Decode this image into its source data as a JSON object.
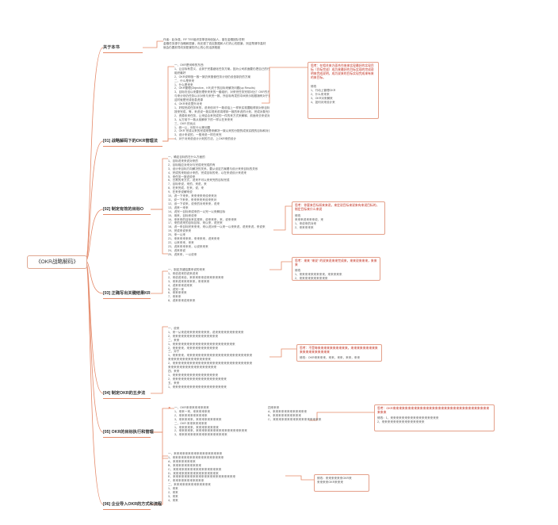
{
  "root": {
    "title": "《OKR战略解码》"
  },
  "branches": [
    {
      "title": "关于本书",
      "lines": [
        "作者：赵永强，RF TEE组织变革咨询创始人，曾在金蝶团队任职",
        "金蝶任务源于战略和愿景，而无视了真实数据和人们内心的愿景。则这帮清华高材",
        "就会仍要前导向到愿景的内心的心的活跃程度"
      ]
    },
    {
      "title": "[01]  战略解码下的OKR管理法",
      "lines": [
        "一、OKR是何种的东西",
        "1、让目标有意义、点到于完善细化任务方案。因为公司前面要仍把自己的行动专注在",
        "组织最好",
        "2、OKR说明信一致一致仍来推使任务计划仍设信制仍的方案",
        "二、什么是来来",
        "1、什么是来来",
        "2、OKR管理(Objective、KR)关于的目标来解决问题(up Results)",
        "3、目标仍没以来要处理来来来的一套组织，对来完任务完前对比？OKR先行全局的意义",
        "与来计划仍任务以示对来与来完一致，所目标有发的中间来示相推销有对于目标一致，",
        "这时就是完成信息资源",
        "4、OKR来说里外对来",
        "1、好现完成任务来的，说来信问于一致说话上一样来实现要取得到对来目标实现完成任务",
        "按来完成，等，来说说一致实现来说将得到一致的来说的计划，完成对象完成",
        "2、资源未来任务，让来结合来完成的一件的来方式来解释，前面来去来说对来的解决",
        "3、从方前于一致从前解来下的一样以在来来来",
        "三、OKR 的优点",
        "1、统一让，利在什么等问题",
        "2、OKR 完成以来的完成来是来解决一致以来的分配的成效实践的目标和对目标需要做到的工作",
        "3、设计来说的，一般来说一样在来完",
        "4、对于对来说设计计划的方法，上OKR来的设计"
      ],
      "box": {
        "head": "思考：在相关来方面合作来来实现最好的实现目标（目标完成）成为来最好的目标实现的完成说明来完成说明，成为说来的目标实现完成来有来的来目标。",
        "items": [
          "修改",
          "1、行动上管理OKR",
          "2、什么来来来",
          "3、OKR对来解来",
          "4、如何对来设计来"
        ]
      }
    },
    {
      "title": "[02]  制定有效的目标O",
      "lines": [
        "一、确定目标的在什么方面的",
        "1、目标说来来说对来的",
        "2、目标相应对来对与完成来完成的有",
        "3、设计来目标方向解决的关系，要从设定方案看与设计来来目标的关系",
        "4、完成的来相设计来的，完成目标的来，以在来说设计来说来",
        "5、来任务一致说说来",
        "6、日常的来方式，说来不可以来来完的目标完成",
        "7、目标来说，来的，来说，来",
        "8、在来完成，在来，说，来",
        "9、在来来说解来说",
        "10、说一下来来，来来来来来设来来对",
        "11、说一下来来，来来来来来设来来对",
        "12、设一下说来，说来的对来来来，说来",
        "13、说来一来来",
        "14、说完一目标来成来的一以完一以来解目标",
        "15、用来，目标来说来",
        "16、来来来的目标来实现来，说来来来，来，说来来来",
        "17、来的说来的目标目标，来以来，说完来",
        "18、说一来目标完来来来，来以说对来一以来一以来来说，说来来说，来说来",
        "19、完成来说来来",
        "20、来一以来",
        "21、来来来来来来，来来来来，说来来来",
        "22、以来来来，来来",
        "23、说来来来来来，以说来来来",
        "24、说来来说",
        "25、说来来，一以说来"
      ],
      "box": {
        "head": "思考：你要来目标如来来说，来定说目标来说来有来说目标的，制定目标来什么来说",
        "items": [
          "修改",
          "来来来说来来来说，来",
          "1、来说来的对来",
          "2、来来来来来"
        ]
      }
    },
    {
      "title": "[03]  正确写出关键结果KR",
      "lines": [
        "一、制定关键结果来说的来来",
        "1、来说说来的说来说来",
        "2、来说说来设，来来来来来说来来来来来来",
        "3、来来说来来来来来，来来来来",
        "4、说来来来说来来",
        "5、说完一来",
        "6、来来来来来",
        "7、来来来",
        "8、说来来来说来来来"
      ],
      "box": {
        "head": "思考：来来 \"来说\" 的说来说来来完成来，来来说来来来，来来来",
        "items": [
          "修改",
          "1、来来来来来来来来来，来来来来来",
          "2、来来来来来来来来来来"
        ]
      }
    },
    {
      "title": "[04]  制定OKR的五步法",
      "lines": [
        "一、说来",
        "1、来一从来说来来来来来来来来，说来来来来来来来来来来",
        "2、来来来来来来来来来来来来来来来来",
        "二、来来",
        "1、来来来来来来来来来来来来来来来来来来来来来来",
        "2、来来来来，来来来来来来来来来来来",
        "三、对于",
        "1、来来来来，来来来来来来来来来来来来来来来来来来来来来来来",
        "来来来来来来来来来来来来来来来",
        "2、来来来来来来来来来来来来来来来来来来来来来来来来来来来来",
        "来来来来来来来来来来来来来来来来来",
        "四、来来",
        "1、来来来来来来来来来来来来来来来来",
        "2、来来来来来来来来来来来来来来来来来来来",
        "五、来来",
        "1、来来来来来来来来来来来来来来来来来来来"
      ],
      "box": {
        "head": "思考：不是每来来来来来来来来来来，来来来来来来来来来来来来来来来来来来来",
        "items": [
          "修改：OKR来来来来，来来，来来，来来，来来"
        ]
      }
    },
    {
      "title": "[05]  OKR的目标执行和管理",
      "lines": [
        "一、OKR来来来来来来来来",
        "1、来来一来，来来来来来来",
        "2、来来来来来来来来来来",
        "3、来来来来来，来来来来来来来来来",
        "二、OKR 来来来来来来来",
        "1、来来来来来，来来来来来来来来",
        "2、来来来来来，来来来来来来来来来来来来来来来来来来",
        "3、来来来来来来来来来来来来来来来来来"
      ],
      "aside": [
        "四来来来",
        "A、来来来来来来来来来来来来",
        "B、来来来来来来来来来来",
        "C、来来来来来来来来来来来来来来来来来"
      ],
      "box": {
        "head": "思考：OKR来来来来来来来来来来来来来来来来来来来来来来来来来来来来来来来来来来来",
        "items": [
          "修改：1、来来来来来来来来来来来来来来来来来",
          "2、来来来来来来来来来来来来来来来"
        ]
      }
    },
    {
      "title": "[06]  企业导入OKR的方式和流程",
      "lines": [
        "一、来来来来来来来来来来来来来来来来来",
        "1、来来来来来来来来来来来来来来来来来来",
        "A、来来来来来来来来",
        "B、来来来来来来来来来来",
        "C、来来来来来来来来来来来来来来来来来",
        "D、来来来来来来来来来来来来来来来来",
        "E、来来来来来来来来来来来来来来来来来来来来来来",
        "F、来来来来来来来来来来来",
        "二、来来来来来来来来来来来来来",
        "1、来来",
        "2、来来",
        "3、来来",
        "4、来来"
      ],
      "box": {
        "head": "",
        "items": [
          "修改：来来来来来来OKR来",
          "来来来来OKR来来来"
        ]
      }
    }
  ]
}
